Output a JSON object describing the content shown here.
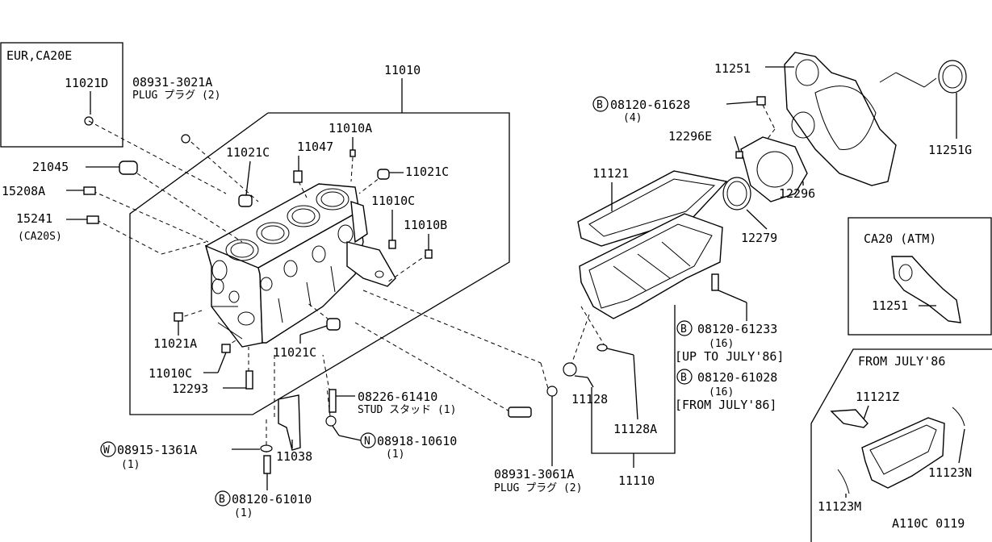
{
  "diagram_id": "A110C 0119",
  "boxes": {
    "eur": "EUR,CA20E",
    "ca20_atm": "CA20 (ATM)",
    "from_july": "FROM JULY'86"
  },
  "labels": {
    "p11010": "11010",
    "p11021D": "11021D",
    "plug1_num": "08931-3021A",
    "plug1_name": "PLUG プラグ (2)",
    "p11010A": "11010A",
    "p11047": "11047",
    "p11021C_a": "11021C",
    "p11021C_b": "11021C",
    "p11021C_c": "11021C",
    "p21045": "21045",
    "p15208A": "15208A",
    "p15241": "15241",
    "p15241_note": "(CA20S)",
    "p11010C_a": "11010C",
    "p11010B": "11010B",
    "p11021A": "11021A",
    "p11010C_b": "11010C",
    "p12293": "12293",
    "stud_num": "08226-61410",
    "stud_name": "STUD スタッド (1)",
    "nut_num": "08918-10610",
    "nut_qty": "(1)",
    "washer_num": "08915-1361A",
    "washer_qty": "(1)",
    "p11038": "11038",
    "bolt_b1_num": "08120-61010",
    "bolt_b1_qty": "(1)",
    "plug2_num": "08931-3061A",
    "plug2_name": "PLUG プラグ (2)",
    "p11110": "11110",
    "p11128": "11128",
    "p11128A": "11128A",
    "bolt_b2_num": "08120-61233",
    "bolt_b2_qty": "(16)",
    "bolt_b2_note": "[UP TO JULY'86]",
    "bolt_b3_num": "08120-61028",
    "bolt_b3_qty": "(16)",
    "bolt_b3_note": "[FROM JULY'86]",
    "p11121": "11121",
    "bolt_b4_num": "08120-61628",
    "bolt_b4_qty": "(4)",
    "p12296E": "12296E",
    "p11251": "11251",
    "p11251G": "11251G",
    "p12296": "12296",
    "p12279": "12279",
    "p11251_atm": "11251",
    "p11121Z": "11121Z",
    "p11123N": "11123N",
    "p11123M": "11123M"
  },
  "circled_letters": {
    "bolt": "B",
    "washer": "W",
    "nut": "N"
  }
}
